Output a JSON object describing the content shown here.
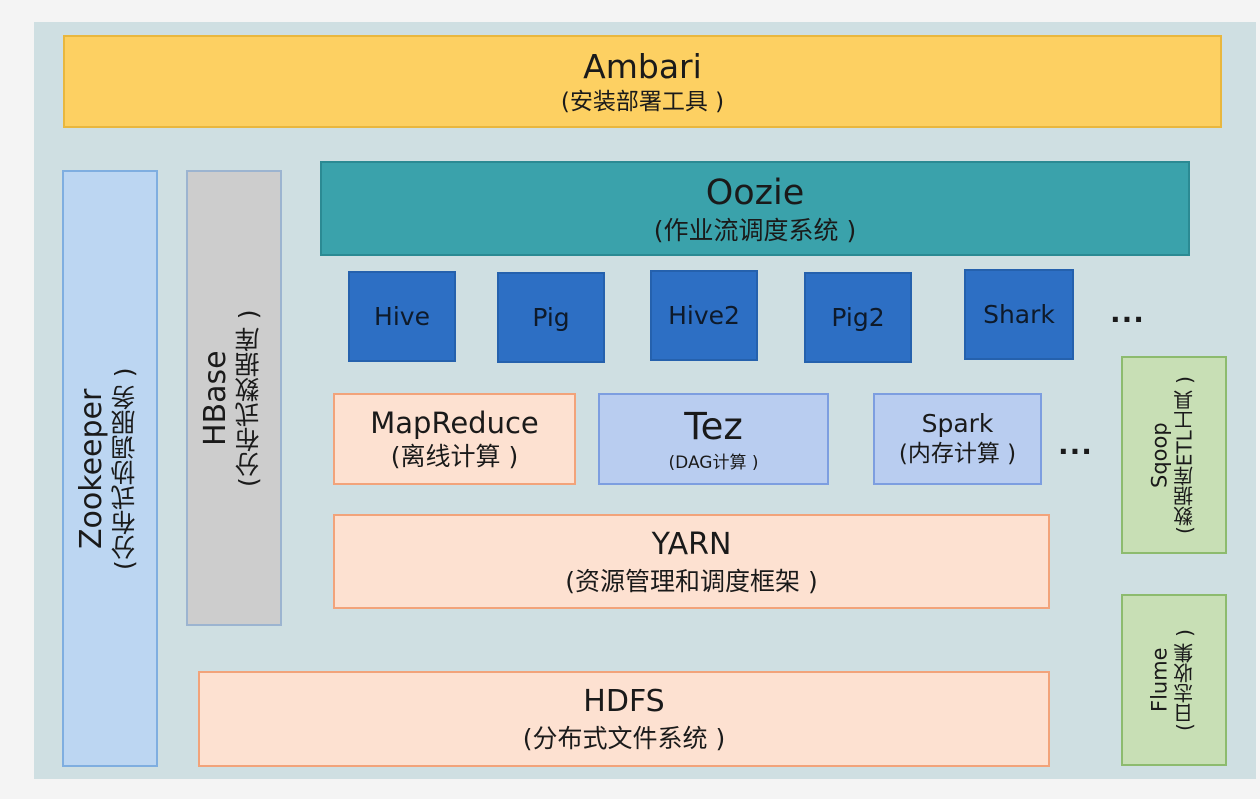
{
  "ambari": {
    "title": "Ambari",
    "sub": "(安装部署工具 )"
  },
  "oozie": {
    "title": "Oozie",
    "sub": "(作业流调度系统 )"
  },
  "zookeeper": {
    "title": "Zookeeper",
    "sub": "(分布式协调服务 )"
  },
  "hbase": {
    "title": "HBase",
    "sub": "(分布式数据库 )"
  },
  "sqoop": {
    "title": "Sqoop",
    "sub": "(数据库ETL工具 )"
  },
  "flume": {
    "title": "Flume",
    "sub": "(日志收集 )"
  },
  "engines": {
    "hive": "Hive",
    "pig": "Pig",
    "hive2": "Hive2",
    "pig2": "Pig2",
    "shark": "Shark",
    "more": "..."
  },
  "compute": {
    "mapreduce": {
      "title": "MapReduce",
      "sub": "(离线计算 )"
    },
    "tez": {
      "title": "Tez",
      "sub": "(DAG计算 )"
    },
    "spark": {
      "title": "Spark",
      "sub": "(内存计算 )"
    },
    "more": "..."
  },
  "yarn": {
    "title": "YARN",
    "sub": "(资源管理和调度框架 )"
  },
  "hdfs": {
    "title": "HDFS",
    "sub": "(分布式文件系统 )"
  },
  "colors": {
    "background": "#cfdfe2",
    "ambari": "#fdd062",
    "oozie": "#3aa2ab",
    "zookeeper": "#bcd6f2",
    "hbase": "#cdcdcd",
    "engine": "#2d6fc4",
    "mapreduce": "#fde1d1",
    "tez_spark": "#b9cdf0",
    "sqoop_flume": "#c8dfb5"
  }
}
